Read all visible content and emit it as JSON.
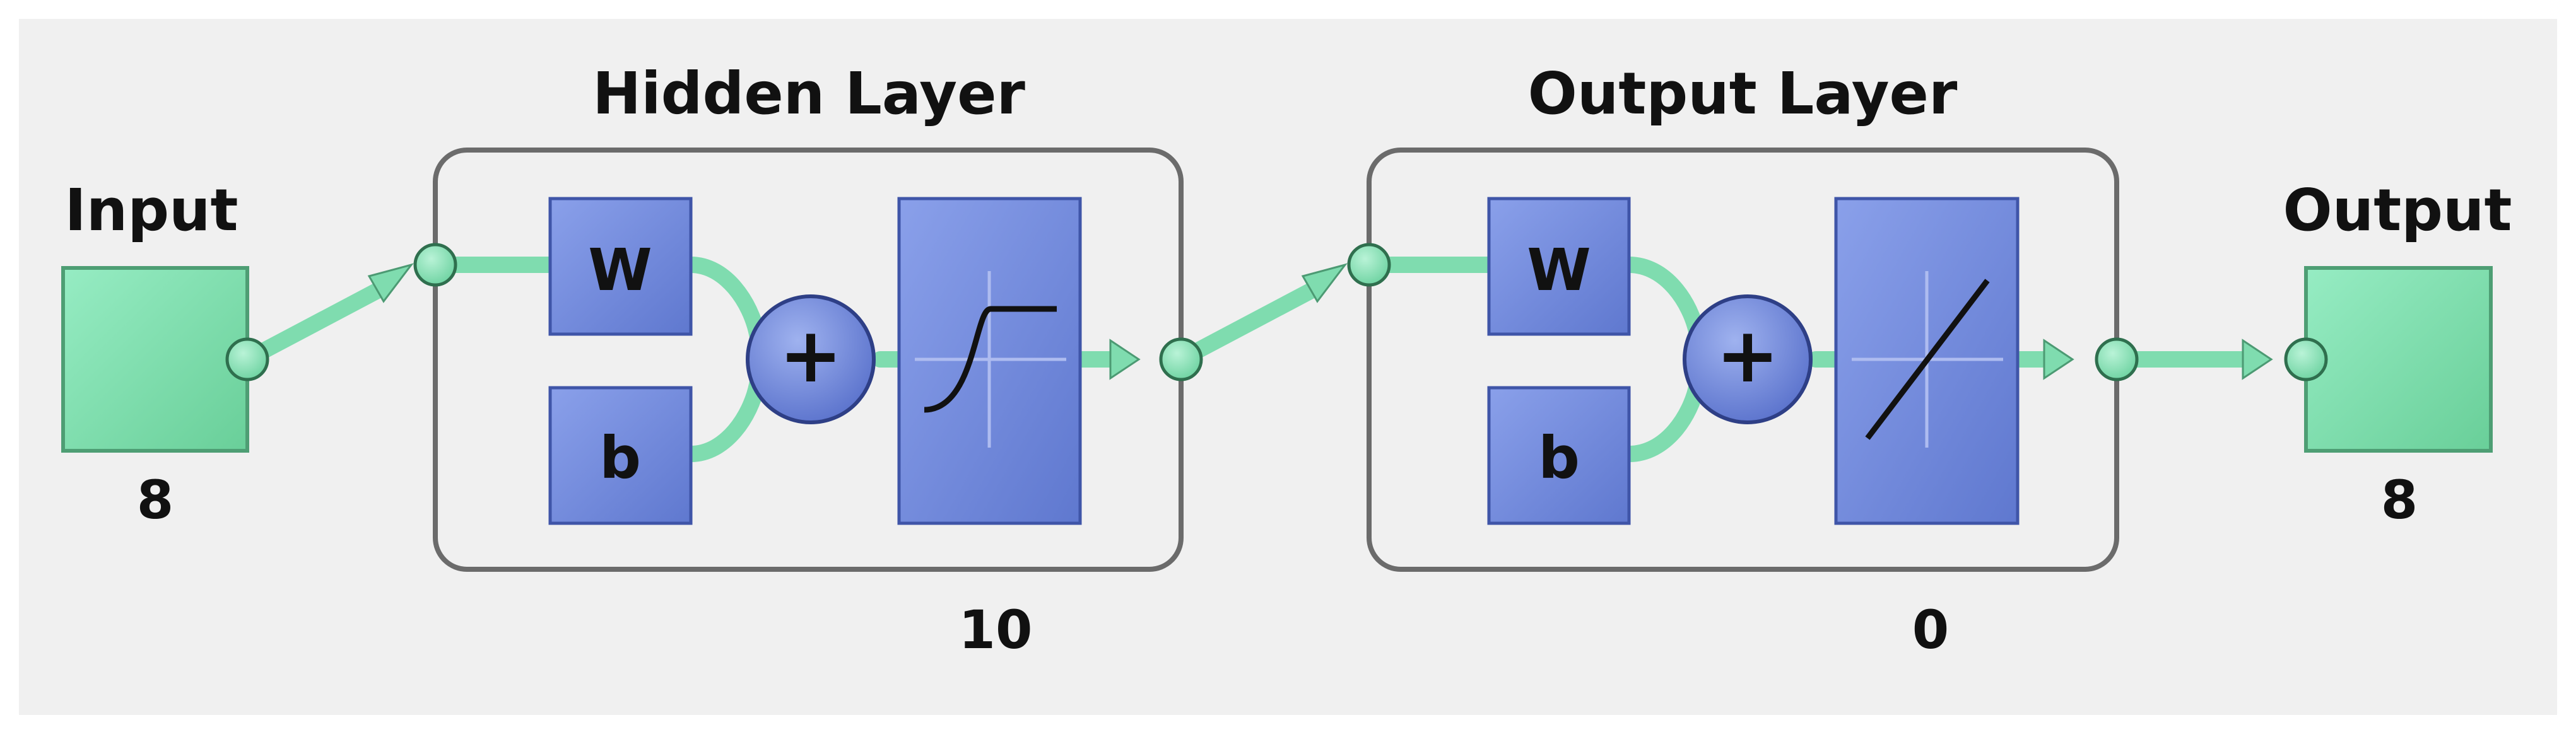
{
  "diagram": {
    "input": {
      "label": "Input",
      "size": "8"
    },
    "hidden_layer": {
      "title": "Hidden Layer",
      "size": "10",
      "weight_label": "W",
      "bias_label": "b",
      "transfer": "tansig-icon"
    },
    "output_layer": {
      "title": "Output Layer",
      "size": "0",
      "weight_label": "W",
      "bias_label": "b",
      "transfer": "purelin-icon"
    },
    "output": {
      "label": "Output",
      "size": "8"
    },
    "sum_symbol": "+"
  },
  "colors": {
    "background": "#f0f0f0",
    "io_block": "#7fe0ad",
    "layer_block": "#7087dc",
    "connection": "#7fdcaf",
    "layer_frame": "#6b6b6b"
  }
}
